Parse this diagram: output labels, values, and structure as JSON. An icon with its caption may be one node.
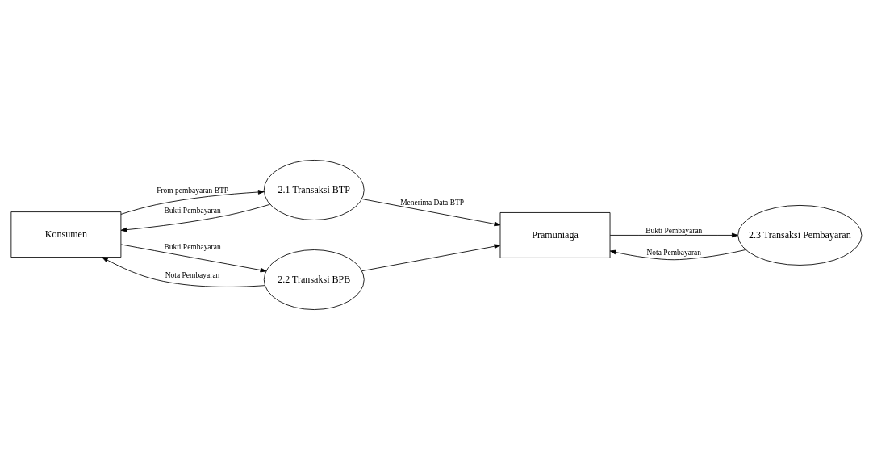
{
  "diagram": {
    "nodes": [
      {
        "text": [
          "Konsumen"
        ]
      },
      {
        "text": [
          "2.1 Transaksi BTP"
        ]
      },
      {
        "text": [
          "Pramuniaga"
        ]
      },
      {
        "text": [
          "2.2 Transaksi BPB"
        ]
      },
      {
        "text": [
          "2.3 Transaksi Pembayaran"
        ]
      }
    ],
    "edges": [
      {
        "from": 0,
        "to": 1,
        "arrow": "to",
        "label": "From pembayaran BTP"
      },
      {
        "from": 1,
        "to": 0,
        "arrow": "to",
        "label": "Bukti Pembayaran"
      },
      {
        "from": 1,
        "to": 2,
        "arrow": "to",
        "label": "Menerima Data BTP"
      },
      {
        "from": 0,
        "to": 3,
        "arrow": "to",
        "label": "Bukti Pembayaran"
      },
      {
        "from": 3,
        "to": 0,
        "arrow": "to",
        "label": "Nota Pembayaran"
      },
      {
        "from": 3,
        "to": 2,
        "arrow": "to"
      },
      {
        "from": 4,
        "to": 2,
        "arrow": "to",
        "label": "Nota Pembayaran"
      },
      {
        "from": 2,
        "to": 4,
        "arrow": "to",
        "label": "Bukti Pembayaran"
      }
    ]
  }
}
